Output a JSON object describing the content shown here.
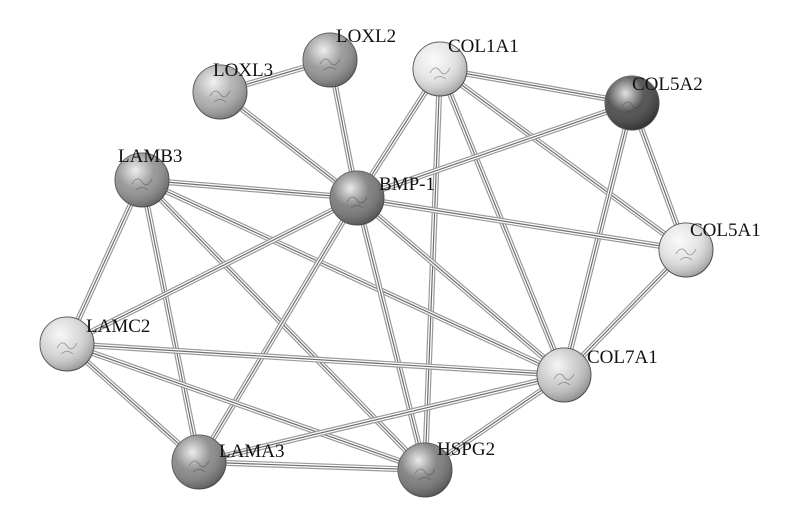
{
  "network": {
    "nodes": [
      {
        "id": "LOXL2",
        "label": "LOXL2",
        "tone": "#8d8d8d"
      },
      {
        "id": "LOXL3",
        "label": "LOXL3",
        "tone": "#a8a8a8"
      },
      {
        "id": "COL1A1",
        "label": "COL1A1",
        "tone": "#e3e3e3"
      },
      {
        "id": "COL5A2",
        "label": "COL5A2",
        "tone": "#3c3c3c"
      },
      {
        "id": "LAMB3",
        "label": "LAMB3",
        "tone": "#8a8a8a"
      },
      {
        "id": "BMP1",
        "label": "BMP-1",
        "tone": "#707070"
      },
      {
        "id": "COL5A1",
        "label": "COL5A1",
        "tone": "#e0e0e0"
      },
      {
        "id": "LAMC2",
        "label": "LAMC2",
        "tone": "#d4d4d4"
      },
      {
        "id": "COL7A1",
        "label": "COL7A1",
        "tone": "#c6c6c6"
      },
      {
        "id": "LAMA3",
        "label": "LAMA3",
        "tone": "#7e7e7e"
      },
      {
        "id": "HSPG2",
        "label": "HSPG2",
        "tone": "#727272"
      }
    ],
    "edges": [
      {
        "source": "LOXL3",
        "target": "LOXL2"
      },
      {
        "source": "LOXL3",
        "target": "BMP1"
      },
      {
        "source": "LOXL2",
        "target": "BMP1"
      },
      {
        "source": "COL1A1",
        "target": "COL5A2"
      },
      {
        "source": "COL1A1",
        "target": "COL5A1"
      },
      {
        "source": "COL1A1",
        "target": "COL7A1"
      },
      {
        "source": "COL1A1",
        "target": "HSPG2"
      },
      {
        "source": "COL1A1",
        "target": "BMP1"
      },
      {
        "source": "COL5A2",
        "target": "COL5A1"
      },
      {
        "source": "COL5A2",
        "target": "COL7A1"
      },
      {
        "source": "COL5A2",
        "target": "BMP1"
      },
      {
        "source": "COL5A1",
        "target": "BMP1"
      },
      {
        "source": "COL5A1",
        "target": "COL7A1"
      },
      {
        "source": "LAMB3",
        "target": "BMP1"
      },
      {
        "source": "LAMB3",
        "target": "LAMC2"
      },
      {
        "source": "LAMB3",
        "target": "LAMA3"
      },
      {
        "source": "LAMB3",
        "target": "HSPG2"
      },
      {
        "source": "LAMB3",
        "target": "COL7A1"
      },
      {
        "source": "BMP1",
        "target": "LAMC2"
      },
      {
        "source": "BMP1",
        "target": "LAMA3"
      },
      {
        "source": "BMP1",
        "target": "HSPG2"
      },
      {
        "source": "BMP1",
        "target": "COL7A1"
      },
      {
        "source": "LAMC2",
        "target": "LAMA3"
      },
      {
        "source": "LAMC2",
        "target": "HSPG2"
      },
      {
        "source": "LAMC2",
        "target": "COL7A1"
      },
      {
        "source": "LAMA3",
        "target": "HSPG2"
      },
      {
        "source": "LAMA3",
        "target": "COL7A1"
      },
      {
        "source": "HSPG2",
        "target": "COL7A1"
      }
    ]
  }
}
